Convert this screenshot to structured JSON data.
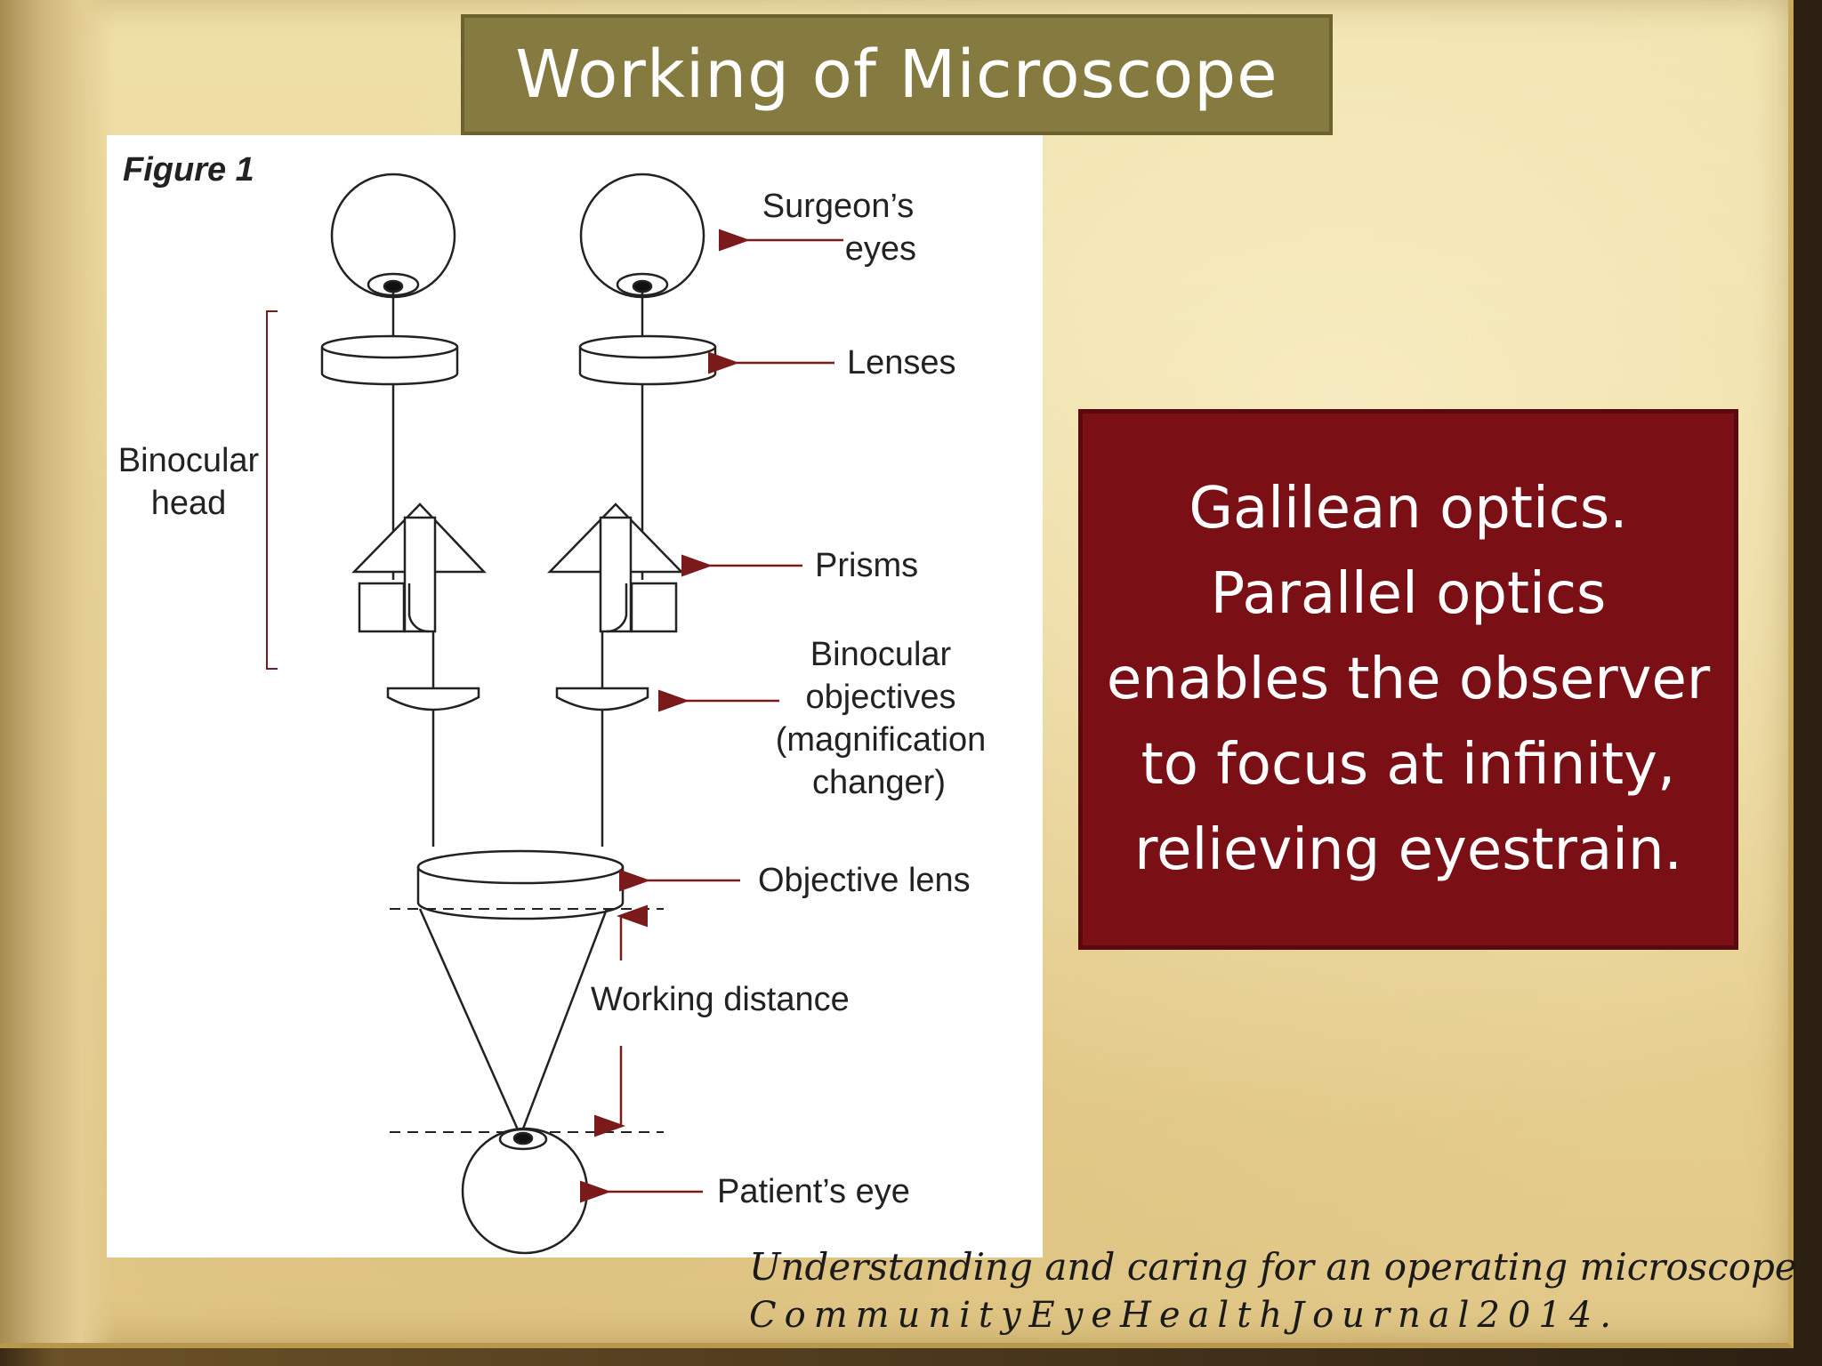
{
  "slide": {
    "title": "Working of Microscope",
    "info_text": "Galilean optics. Parallel optics enables the observer to focus at infinity, relieving eyestrain.",
    "citation_line1": "Understanding and caring for an operating microscope",
    "citation_line2": "CommunityEyeHealthJournal2014."
  },
  "figure": {
    "label": "Figure 1",
    "labels": {
      "surgeons_eyes_1": "Surgeon’s",
      "surgeons_eyes_2": "eyes",
      "lenses": "Lenses",
      "binocular_head_1": "Binocular",
      "binocular_head_2": "head",
      "prisms": "Prisms",
      "binocular_objectives_1": "Binocular",
      "binocular_objectives_2": "objectives",
      "binocular_objectives_3": "(magnification",
      "binocular_objectives_4": "changer)",
      "objective_lens": "Objective lens",
      "working_distance": "Working distance",
      "patients_eye": "Patient’s eye"
    }
  },
  "colors": {
    "title_bg": "#857a3f",
    "info_bg": "#7b0f16",
    "arrow": "#7a1a1a"
  }
}
